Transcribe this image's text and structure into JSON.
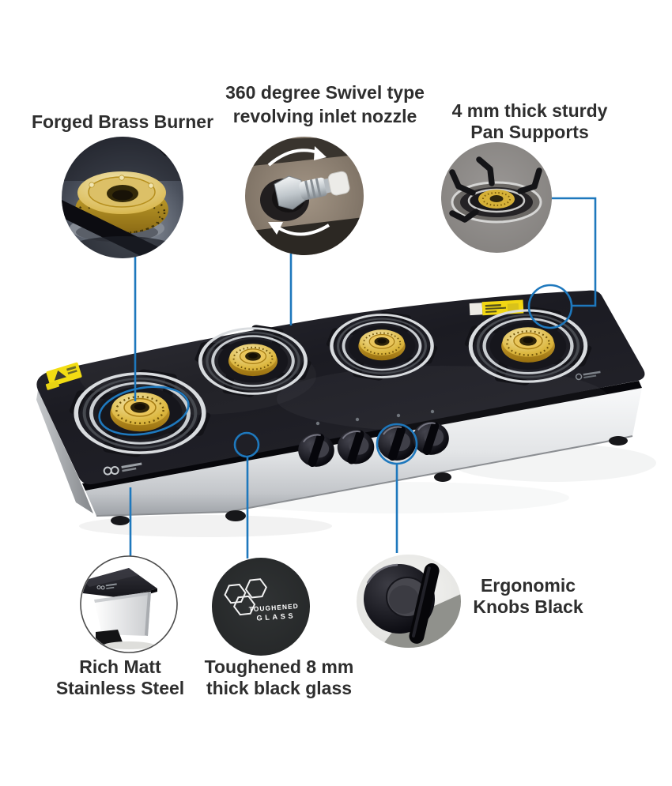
{
  "colors": {
    "callout_blue": "#1e78bd",
    "label_text": "#2e2e2e",
    "background": "#ffffff",
    "brass": "#d4a62f",
    "glass_black": "#1d1d24",
    "steel_silver": "#d9dbdd"
  },
  "callouts": {
    "brass_burner": {
      "lines": [
        "Forged Brass Burner"
      ]
    },
    "inlet_nozzle": {
      "lines": [
        "360 degree Swivel type",
        "revolving inlet nozzle"
      ]
    },
    "pan_supports": {
      "lines": [
        "4 mm thick sturdy",
        "Pan Supports"
      ]
    },
    "stainless_steel": {
      "lines": [
        "Rich Matt",
        "Stainless Steel"
      ]
    },
    "toughened_glass": {
      "lines": [
        "Toughened 8 mm",
        "thick black glass"
      ]
    },
    "knobs": {
      "lines": [
        "Ergonomic",
        "Knobs Black"
      ]
    }
  },
  "badges": {
    "toughened_glass_logo": {
      "line1": "TOUGHENED",
      "line2": "GLASS"
    }
  }
}
